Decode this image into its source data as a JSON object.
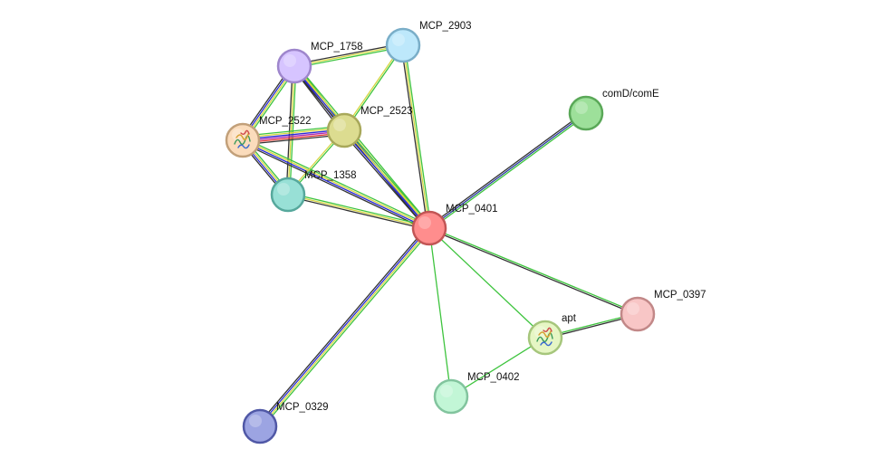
{
  "network": {
    "nodes": [
      {
        "id": "MCP_0401",
        "label": "MCP_0401",
        "color": "#ff8d8d",
        "stroke": "#c25555",
        "icon": "none"
      },
      {
        "id": "MCP_2903",
        "label": "MCP_2903",
        "color": "#bde8fb",
        "stroke": "#7aaec8",
        "icon": "none"
      },
      {
        "id": "MCP_1758",
        "label": "MCP_1758",
        "color": "#d6c4ff",
        "stroke": "#9e86cc",
        "icon": "none"
      },
      {
        "id": "MCP_2523",
        "label": "MCP_2523",
        "color": "#dcdc90",
        "stroke": "#a8a85a",
        "icon": "none"
      },
      {
        "id": "MCP_2522",
        "label": "MCP_2522",
        "color": "#fbdcbc",
        "stroke": "#c2a07a",
        "icon": "protein-structure-icon"
      },
      {
        "id": "MCP_1358",
        "label": "MCP_1358",
        "color": "#98e0d6",
        "stroke": "#56a89c",
        "icon": "none"
      },
      {
        "id": "comD/comE",
        "label": "comD/comE",
        "color": "#9de09a",
        "stroke": "#5aa858",
        "icon": "none"
      },
      {
        "id": "MCP_0397",
        "label": "MCP_0397",
        "color": "#f8c6c6",
        "stroke": "#c28888",
        "icon": "none"
      },
      {
        "id": "apt",
        "label": "apt",
        "color": "#e6f6c4",
        "stroke": "#a6c67c",
        "icon": "protein-structure-icon"
      },
      {
        "id": "MCP_0402",
        "label": "MCP_0402",
        "color": "#c2f6d6",
        "stroke": "#82c49e",
        "icon": "none"
      },
      {
        "id": "MCP_0329",
        "label": "MCP_0329",
        "color": "#9ca4e2",
        "stroke": "#5058a6",
        "icon": "none"
      }
    ],
    "edge_colors": {
      "green": "#3ec43e",
      "yellow": "#d6d640",
      "black": "#333333",
      "blue": "#2a2ad6",
      "purple": "#b02ab0",
      "red": "#e03030",
      "navy": "#2a3aa0"
    },
    "edges": [
      {
        "source": "MCP_2903",
        "target": "MCP_1758",
        "colors": [
          "green",
          "yellow",
          "black"
        ]
      },
      {
        "source": "MCP_2903",
        "target": "MCP_2523",
        "colors": [
          "green",
          "yellow"
        ]
      },
      {
        "source": "MCP_2903",
        "target": "MCP_0401",
        "colors": [
          "green",
          "yellow",
          "black"
        ]
      },
      {
        "source": "MCP_1758",
        "target": "MCP_2522",
        "colors": [
          "green",
          "yellow",
          "blue",
          "black"
        ]
      },
      {
        "source": "MCP_1758",
        "target": "MCP_2523",
        "colors": [
          "green",
          "yellow",
          "blue",
          "black"
        ]
      },
      {
        "source": "MCP_1758",
        "target": "MCP_1358",
        "colors": [
          "green",
          "yellow",
          "black"
        ]
      },
      {
        "source": "MCP_1758",
        "target": "MCP_0401",
        "colors": [
          "green",
          "yellow",
          "blue",
          "black"
        ]
      },
      {
        "source": "MCP_2522",
        "target": "MCP_2523",
        "colors": [
          "green",
          "yellow",
          "blue",
          "purple",
          "red",
          "black"
        ]
      },
      {
        "source": "MCP_2522",
        "target": "MCP_1358",
        "colors": [
          "green",
          "yellow",
          "blue",
          "black"
        ]
      },
      {
        "source": "MCP_2522",
        "target": "MCP_0401",
        "colors": [
          "green",
          "yellow",
          "blue",
          "black"
        ]
      },
      {
        "source": "MCP_2523",
        "target": "MCP_1358",
        "colors": [
          "green",
          "yellow"
        ]
      },
      {
        "source": "MCP_2523",
        "target": "MCP_0401",
        "colors": [
          "green",
          "yellow",
          "blue",
          "black"
        ]
      },
      {
        "source": "MCP_1358",
        "target": "MCP_0401",
        "colors": [
          "green",
          "yellow",
          "black"
        ]
      },
      {
        "source": "comD/comE",
        "target": "MCP_0401",
        "colors": [
          "green",
          "navy",
          "black"
        ]
      },
      {
        "source": "MCP_0401",
        "target": "MCP_0397",
        "colors": [
          "green",
          "black"
        ]
      },
      {
        "source": "MCP_0401",
        "target": "apt",
        "colors": [
          "green"
        ]
      },
      {
        "source": "MCP_0401",
        "target": "MCP_0402",
        "colors": [
          "green"
        ]
      },
      {
        "source": "MCP_0401",
        "target": "MCP_0329",
        "colors": [
          "green",
          "yellow",
          "blue",
          "black"
        ]
      },
      {
        "source": "apt",
        "target": "MCP_0397",
        "colors": [
          "green",
          "black"
        ]
      },
      {
        "source": "apt",
        "target": "MCP_0402",
        "colors": [
          "green"
        ]
      }
    ]
  }
}
